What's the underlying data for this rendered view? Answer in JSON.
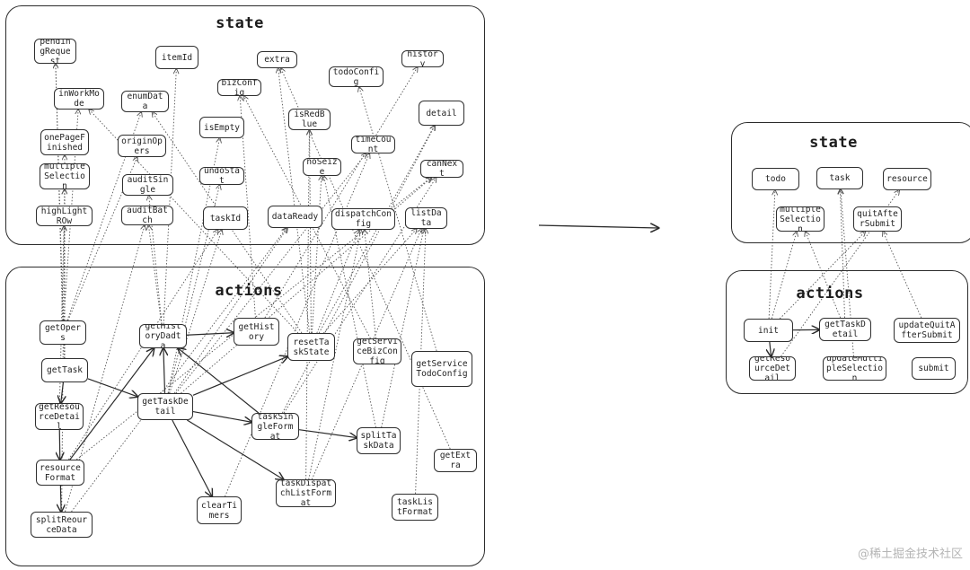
{
  "left": {
    "state": {
      "title": "state",
      "nodes": {
        "pendingRequest": "pendingRequest",
        "itemId": "itemId",
        "extra": "extra",
        "history": "history",
        "bizConfig": "bizConfig",
        "todoConfig": "todoConfig",
        "inWorkMode": "inWorkMode",
        "enumData": "enumData",
        "isEmpty": "isEmpty",
        "isRedBlue": "isRedBlue",
        "detail": "detail",
        "onePageFinished": "onePageFinished",
        "originOpers": "originOpers",
        "timeCount": "timeCount",
        "noSeize": "noSeize",
        "canNext": "canNext",
        "multipleSelection": "multipleSelection",
        "auditSingle": "auditSingle",
        "undoStat": "undoStat",
        "highLightROw": "highLightROw",
        "auditBatch": "auditBatch",
        "taskId": "taskId",
        "dataReady": "dataReady",
        "dispatchConfig": "dispatchConfig",
        "listData": "listData"
      }
    },
    "actions": {
      "title": "actions",
      "nodes": {
        "getOpers": "getOpers",
        "getHistoryData": "getHistoryDadta",
        "getHistory": "getHistory",
        "resetTaskState": "resetTaskState",
        "getServiceBizConfig": "getServiceBizConfig",
        "getServiceTodoConfig": "getServiceTodoConfig",
        "getTask": "getTask",
        "getTaskDetail": "getTaskDetail",
        "getResourceDetail": "getResourceDetail",
        "taskSingleFormat": "taskSingleFormat",
        "splitTaskData": "splitTaskData",
        "getExtra": "getExtra",
        "resourceFormat": "resourceFormat",
        "clearTimers": "clearTimers",
        "taskDispatchListFormat": "taskDispatchListFormat",
        "taskListFormat": "taskListFormat",
        "splitReourceData": "splitReourceData"
      }
    }
  },
  "right": {
    "state": {
      "title": "state",
      "nodes": {
        "todo": "todo",
        "task": "task",
        "resource": "resource",
        "multipleSelection": "multipleSelection",
        "quitAfterSubmit": "quitAfterSubmit"
      }
    },
    "actions": {
      "title": "actions",
      "nodes": {
        "init": "init",
        "getTaskDetail": "getTaskDetail",
        "updateQuitAfterSubmit": "updateQuitAfterSubmit",
        "getResourceDetail": "getResourceDetail",
        "updateMultipleSelection": "updateMultipleSelection",
        "submit": "submit"
      }
    }
  },
  "watermark": "@稀土掘金技术社区",
  "colors": {
    "stroke": "#2b2b2b",
    "dotted": "#555555",
    "watermark": "#b5b5b5"
  }
}
